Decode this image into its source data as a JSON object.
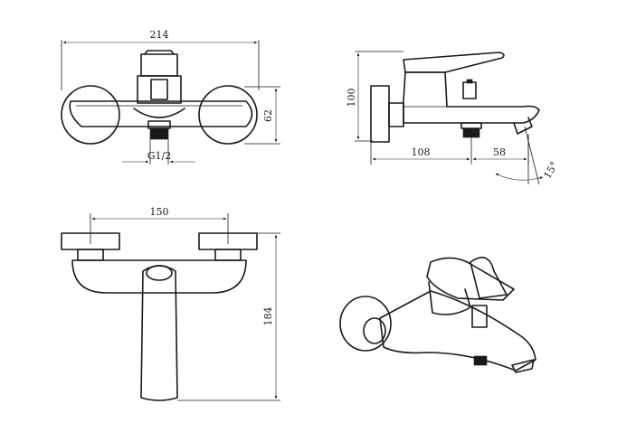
{
  "dimensions": {
    "front_width": "214",
    "front_height": "62",
    "thread": "G1/2",
    "side_height": "100",
    "side_depth": "108",
    "spout_length": "58",
    "spout_angle": "15°",
    "top_centers": "150",
    "top_depth": "184"
  }
}
